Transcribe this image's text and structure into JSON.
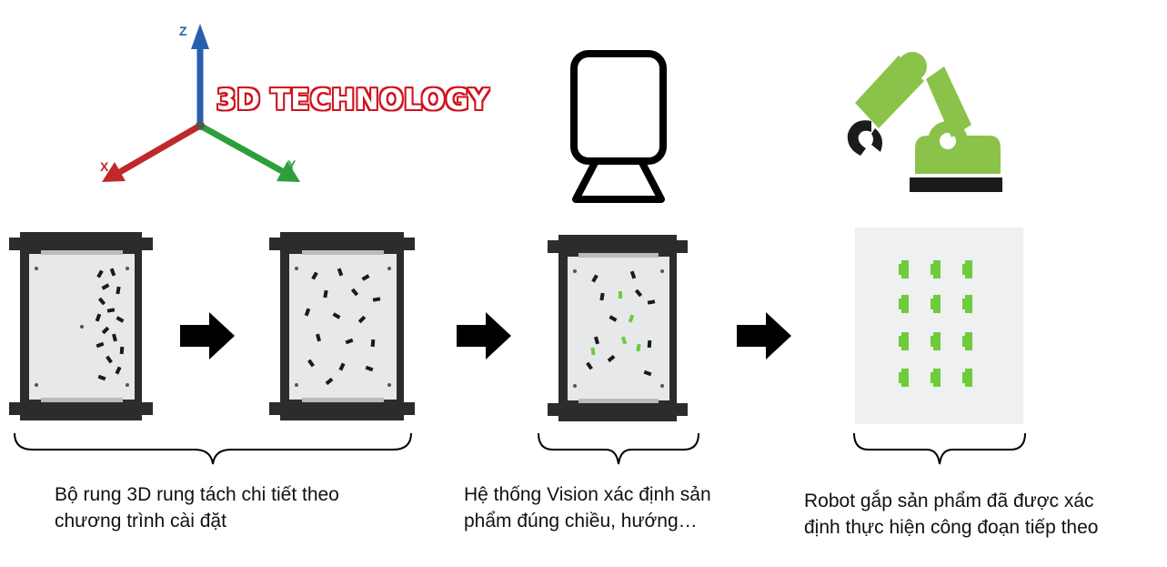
{
  "axes": {
    "x_label": "X",
    "y_label": "Y",
    "z_label": "Z",
    "colors": {
      "x": "#c0282c",
      "y": "#2e9e3a",
      "z": "#2a5fb0"
    }
  },
  "tech_logo": {
    "text": "3D TECHNOLOGY",
    "color": "#d0121e"
  },
  "icons": {
    "vision": "camera-monitor-icon",
    "robot": "robot-arm-icon",
    "arrow": "right-arrow-icon"
  },
  "colors": {
    "feeder_frame": "#2c2c2c",
    "feeder_plate": "#e6e8ea",
    "part_dark": "#1a1a1a",
    "part_green": "#6ecb3c",
    "robot_green": "#8bc34a",
    "tray_bg": "#eef0f1"
  },
  "captions": {
    "feeder": {
      "line1": "Bộ rung 3D rung tách chi tiết theo",
      "line2": "chương trình cài đặt"
    },
    "vision": {
      "line1": "Hệ thống Vision xác định sản",
      "line2": "phẩm đúng chiều, hướng…"
    },
    "robot": {
      "line1": "Robot gắp sản phẩm đã được xác",
      "line2": "định thực hiện công đoạn tiếp theo"
    }
  }
}
